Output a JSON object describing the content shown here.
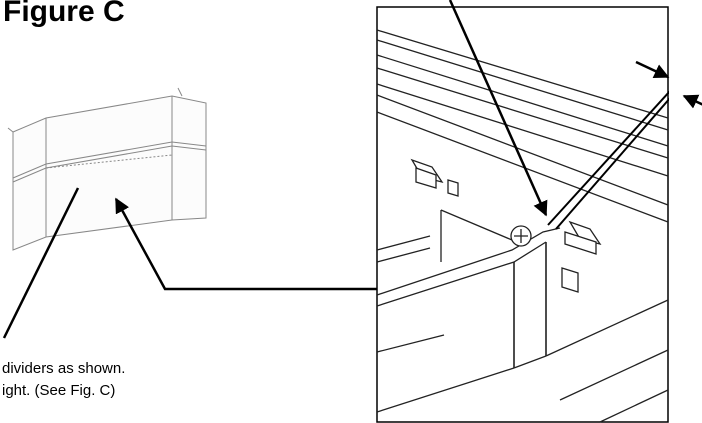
{
  "title": "Figure C",
  "caption": {
    "line1": "dividers as shown.",
    "line2": "ight. (See Fig. C)"
  }
}
